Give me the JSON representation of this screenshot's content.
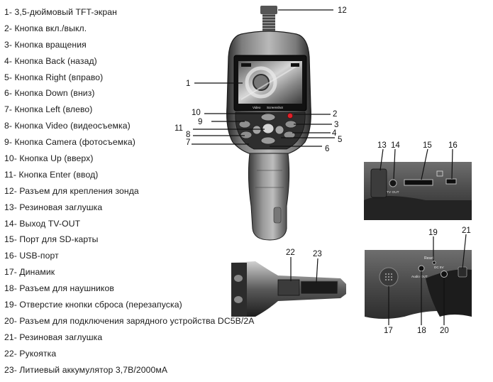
{
  "legend": [
    "1- 3,5-дюймовый TFT-экран",
    "2- Кнопка вкл./выкл.",
    "3- Кнопка вращения",
    "4- Кнопка Back (назад)",
    "5- Кнопка Right (вправо)",
    "6- Кнопка Down (вниз)",
    "7- Кнопка Left (влево)",
    "8- Кнопка Video (видеосъемка)",
    "9- Кнопка Camera (фотосъемка)",
    "10- Кнопка Up (вверх)",
    "11- Кнопка Enter (ввод)",
    "12- Разъем для крепления зонда",
    "13- Резиновая заглушка",
    "14- Выход TV-OUT",
    "15- Порт для SD-карты",
    "16- USB-порт",
    "17- Динамик",
    "18- Разъем для наушников",
    "19- Отверстие кнопки сброса (перезапуска)",
    "20- Разъем для подключения зарядного устройства DC5B/2A",
    "21- Резиновая заглушка",
    "22- Рукоятка",
    "23- Литиевый аккумулятор 3,7В/2000мА"
  ],
  "device": {
    "screen_labels": [
      "Video",
      "Screenshot"
    ],
    "callouts": [
      "1",
      "2",
      "3",
      "4",
      "5",
      "6",
      "7",
      "8",
      "9",
      "10",
      "11",
      "12"
    ]
  },
  "port_panel": {
    "callouts": [
      "13",
      "14",
      "15",
      "16"
    ],
    "panel_text": [
      "TV OUT"
    ]
  },
  "side_panel": {
    "callouts": [
      "17",
      "18",
      "19",
      "20",
      "21"
    ],
    "panel_text": [
      "Reset",
      "Audio OUT",
      "DC 5V"
    ]
  },
  "battery_view": {
    "callouts": [
      "22",
      "23"
    ]
  }
}
